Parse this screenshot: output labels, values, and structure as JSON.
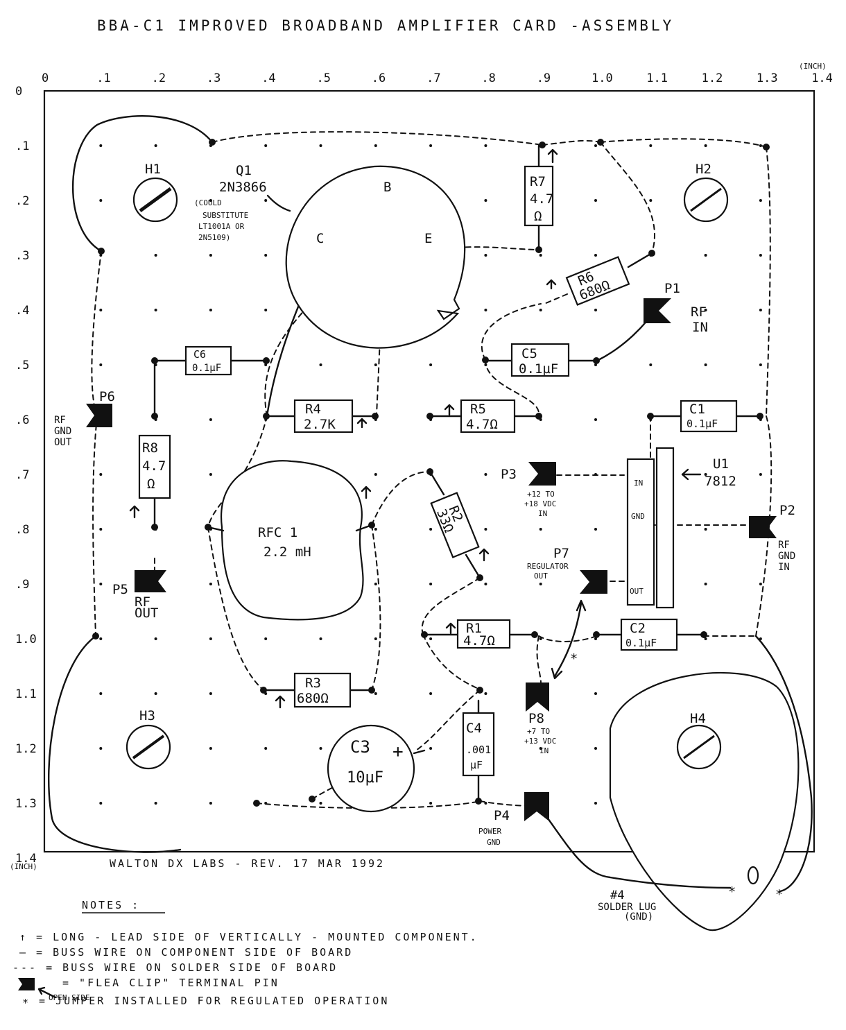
{
  "title": "BBA-C1   IMPROVED   BROADBAND   AMPLIFIER   CARD  -ASSEMBLY",
  "axis": {
    "x_ticks": [
      "0",
      ".1",
      ".2",
      ".3",
      ".4",
      ".5",
      ".6",
      ".7",
      ".8",
      ".9",
      "1.0",
      "1.1",
      "1.2",
      "1.3",
      "1.4"
    ],
    "y_ticks": [
      "0",
      ".1",
      ".2",
      ".3",
      ".4",
      ".5",
      ".6",
      ".7",
      ".8",
      ".9",
      "1.0",
      "1.1",
      "1.2",
      "1.3",
      "1.4"
    ],
    "unit": "(INCH)"
  },
  "components": {
    "q1": {
      "name": "Q1",
      "part": "2N3866",
      "note1": "(COULD",
      "note2": "SUBSTITUTE",
      "note3": "LT1001A OR",
      "note4": "2N5109)",
      "pin_c": "C",
      "pin_b": "B",
      "pin_e": "E"
    },
    "r1": {
      "name": "R1",
      "value": "4.7Ω"
    },
    "r2": {
      "name": "R2",
      "value": "33Ω"
    },
    "r3": {
      "name": "R3",
      "value": "680Ω"
    },
    "r4": {
      "name": "R4",
      "value": "2.7K"
    },
    "r5": {
      "name": "R5",
      "value": "4.7Ω"
    },
    "r6": {
      "name": "R6",
      "value": "680Ω"
    },
    "r7": {
      "name": "R7",
      "value": "4.7",
      "unit": "Ω"
    },
    "r8": {
      "name": "R8",
      "value": "4.7",
      "unit": "Ω"
    },
    "c1": {
      "name": "C1",
      "value": "0.1µF"
    },
    "c2": {
      "name": "C2",
      "value": "0.1µF"
    },
    "c3": {
      "name": "C3",
      "value": "10µF",
      "polarity": "+"
    },
    "c4": {
      "name": "C4",
      "value": ".001",
      "unit": "µF"
    },
    "c5": {
      "name": "C5",
      "value": "0.1µF"
    },
    "c6": {
      "name": "C6",
      "value": "0.1µF"
    },
    "rfc1": {
      "name": "RFC 1",
      "value": "2.2 mH"
    },
    "u1": {
      "name": "U1",
      "part": "7812",
      "pin_in": "IN",
      "pin_gnd": "GND",
      "pin_out": "OUT"
    },
    "holes": [
      "H1",
      "H2",
      "H3",
      "H4"
    ]
  },
  "pins": {
    "p1": {
      "name": "P1",
      "l1": "RF",
      "l2": "IN"
    },
    "p2": {
      "name": "P2",
      "l1": "RF",
      "l2": "GND",
      "l3": "IN"
    },
    "p3": {
      "name": "P3",
      "l1": "+12 TO",
      "l2": "+18 VDC",
      "l3": "IN"
    },
    "p4": {
      "name": "P4",
      "l1": "POWER",
      "l2": "GND"
    },
    "p5": {
      "name": "P5",
      "l1": "RF",
      "l2": "OUT"
    },
    "p6": {
      "name": "P6",
      "l1": "RF",
      "l2": "GND",
      "l3": "OUT"
    },
    "p7": {
      "name": "P7",
      "l1": "REGULATOR",
      "l2": "OUT"
    },
    "p8": {
      "name": "P8",
      "l1": "+7 TO",
      "l2": "+13 VDC",
      "l3": "IN"
    }
  },
  "lug": {
    "l1": "#4",
    "l2": "SOLDER LUG",
    "l3": "(GND)"
  },
  "revision": "WALTON  DX  LABS - REV. 17 MAR 1992",
  "notes": {
    "heading": "NOTES :",
    "n1": "↑ = LONG - LEAD  SIDE  OF  VERTICALLY - MOUNTED  COMPONENT.",
    "n2": "— = BUSS  WIRE  ON  COMPONENT  SIDE  OF  BOARD",
    "n3": "--- = BUSS  WIRE  ON  SOLDER  SIDE  OF  BOARD",
    "n4": "= \"FLEA  CLIP\"  TERMINAL  PIN",
    "n4_side": "OPEN SIDE",
    "n5": "∗ = JUMPER  INSTALLED  FOR  REGULATED  OPERATION"
  },
  "jumper_mark": "∗"
}
